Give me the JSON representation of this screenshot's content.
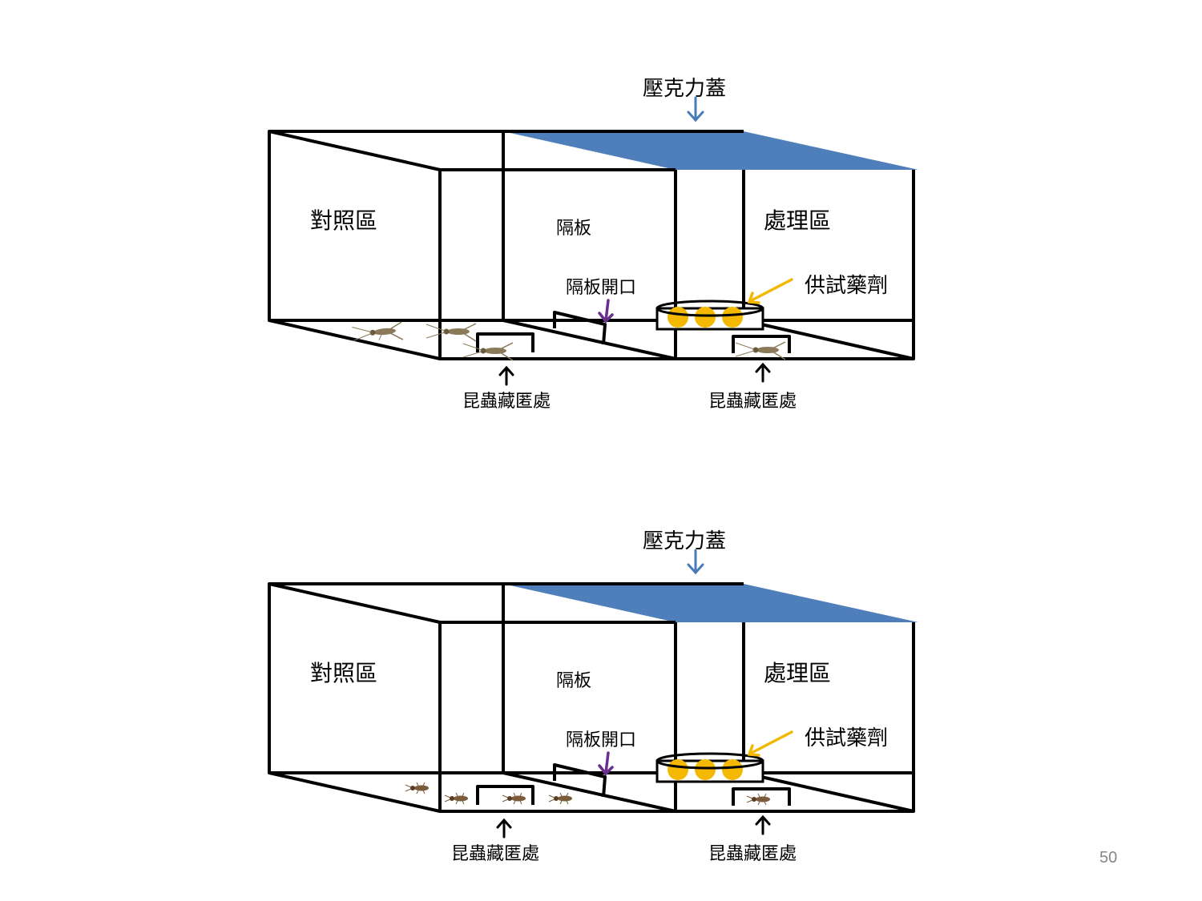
{
  "diagrams": [
    {
      "lid_label": "壓克力蓋",
      "control_zone_label": "對照區",
      "divider_label": "隔板",
      "divider_opening_label": "隔板開口",
      "treatment_zone_label": "處理區",
      "test_agent_label": "供試藥劑",
      "hiding_place_left_label": "昆蟲藏匿處",
      "hiding_place_right_label": "昆蟲藏匿處",
      "insect_type": "cricket"
    },
    {
      "lid_label": "壓克力蓋",
      "control_zone_label": "對照區",
      "divider_label": "隔板",
      "divider_opening_label": "隔板開口",
      "treatment_zone_label": "處理區",
      "test_agent_label": "供試藥劑",
      "hiding_place_left_label": "昆蟲藏匿處",
      "hiding_place_right_label": "昆蟲藏匿處",
      "insect_type": "beetle"
    }
  ],
  "colors": {
    "lid": "#4f7fba",
    "lid_arrow": "#4a7ab8",
    "opening_arrow": "#6a2e8f",
    "agent_arrow": "#f2b800",
    "agent_dots": "#f5b800",
    "outline": "#000000"
  },
  "slide_number": "50"
}
